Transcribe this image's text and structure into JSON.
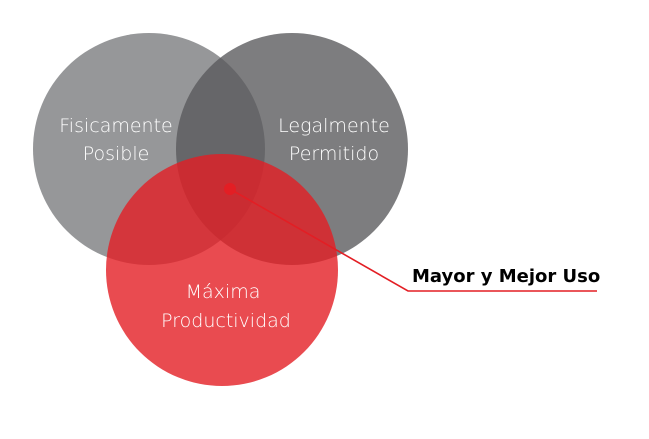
{
  "diagram": {
    "circles": [
      {
        "id": "fisicamente",
        "lines": [
          "Fisicamente",
          "Posible"
        ],
        "color": "#6e6f71"
      },
      {
        "id": "legalmente",
        "lines": [
          "Legalmente",
          "Permitido"
        ],
        "color": "#58595b"
      },
      {
        "id": "maxima",
        "lines": [
          "Máxima",
          "Productividad"
        ],
        "color": "#e31e24"
      }
    ],
    "callout": {
      "label": "Mayor y Mejor Uso",
      "color": "#e31e24"
    }
  }
}
